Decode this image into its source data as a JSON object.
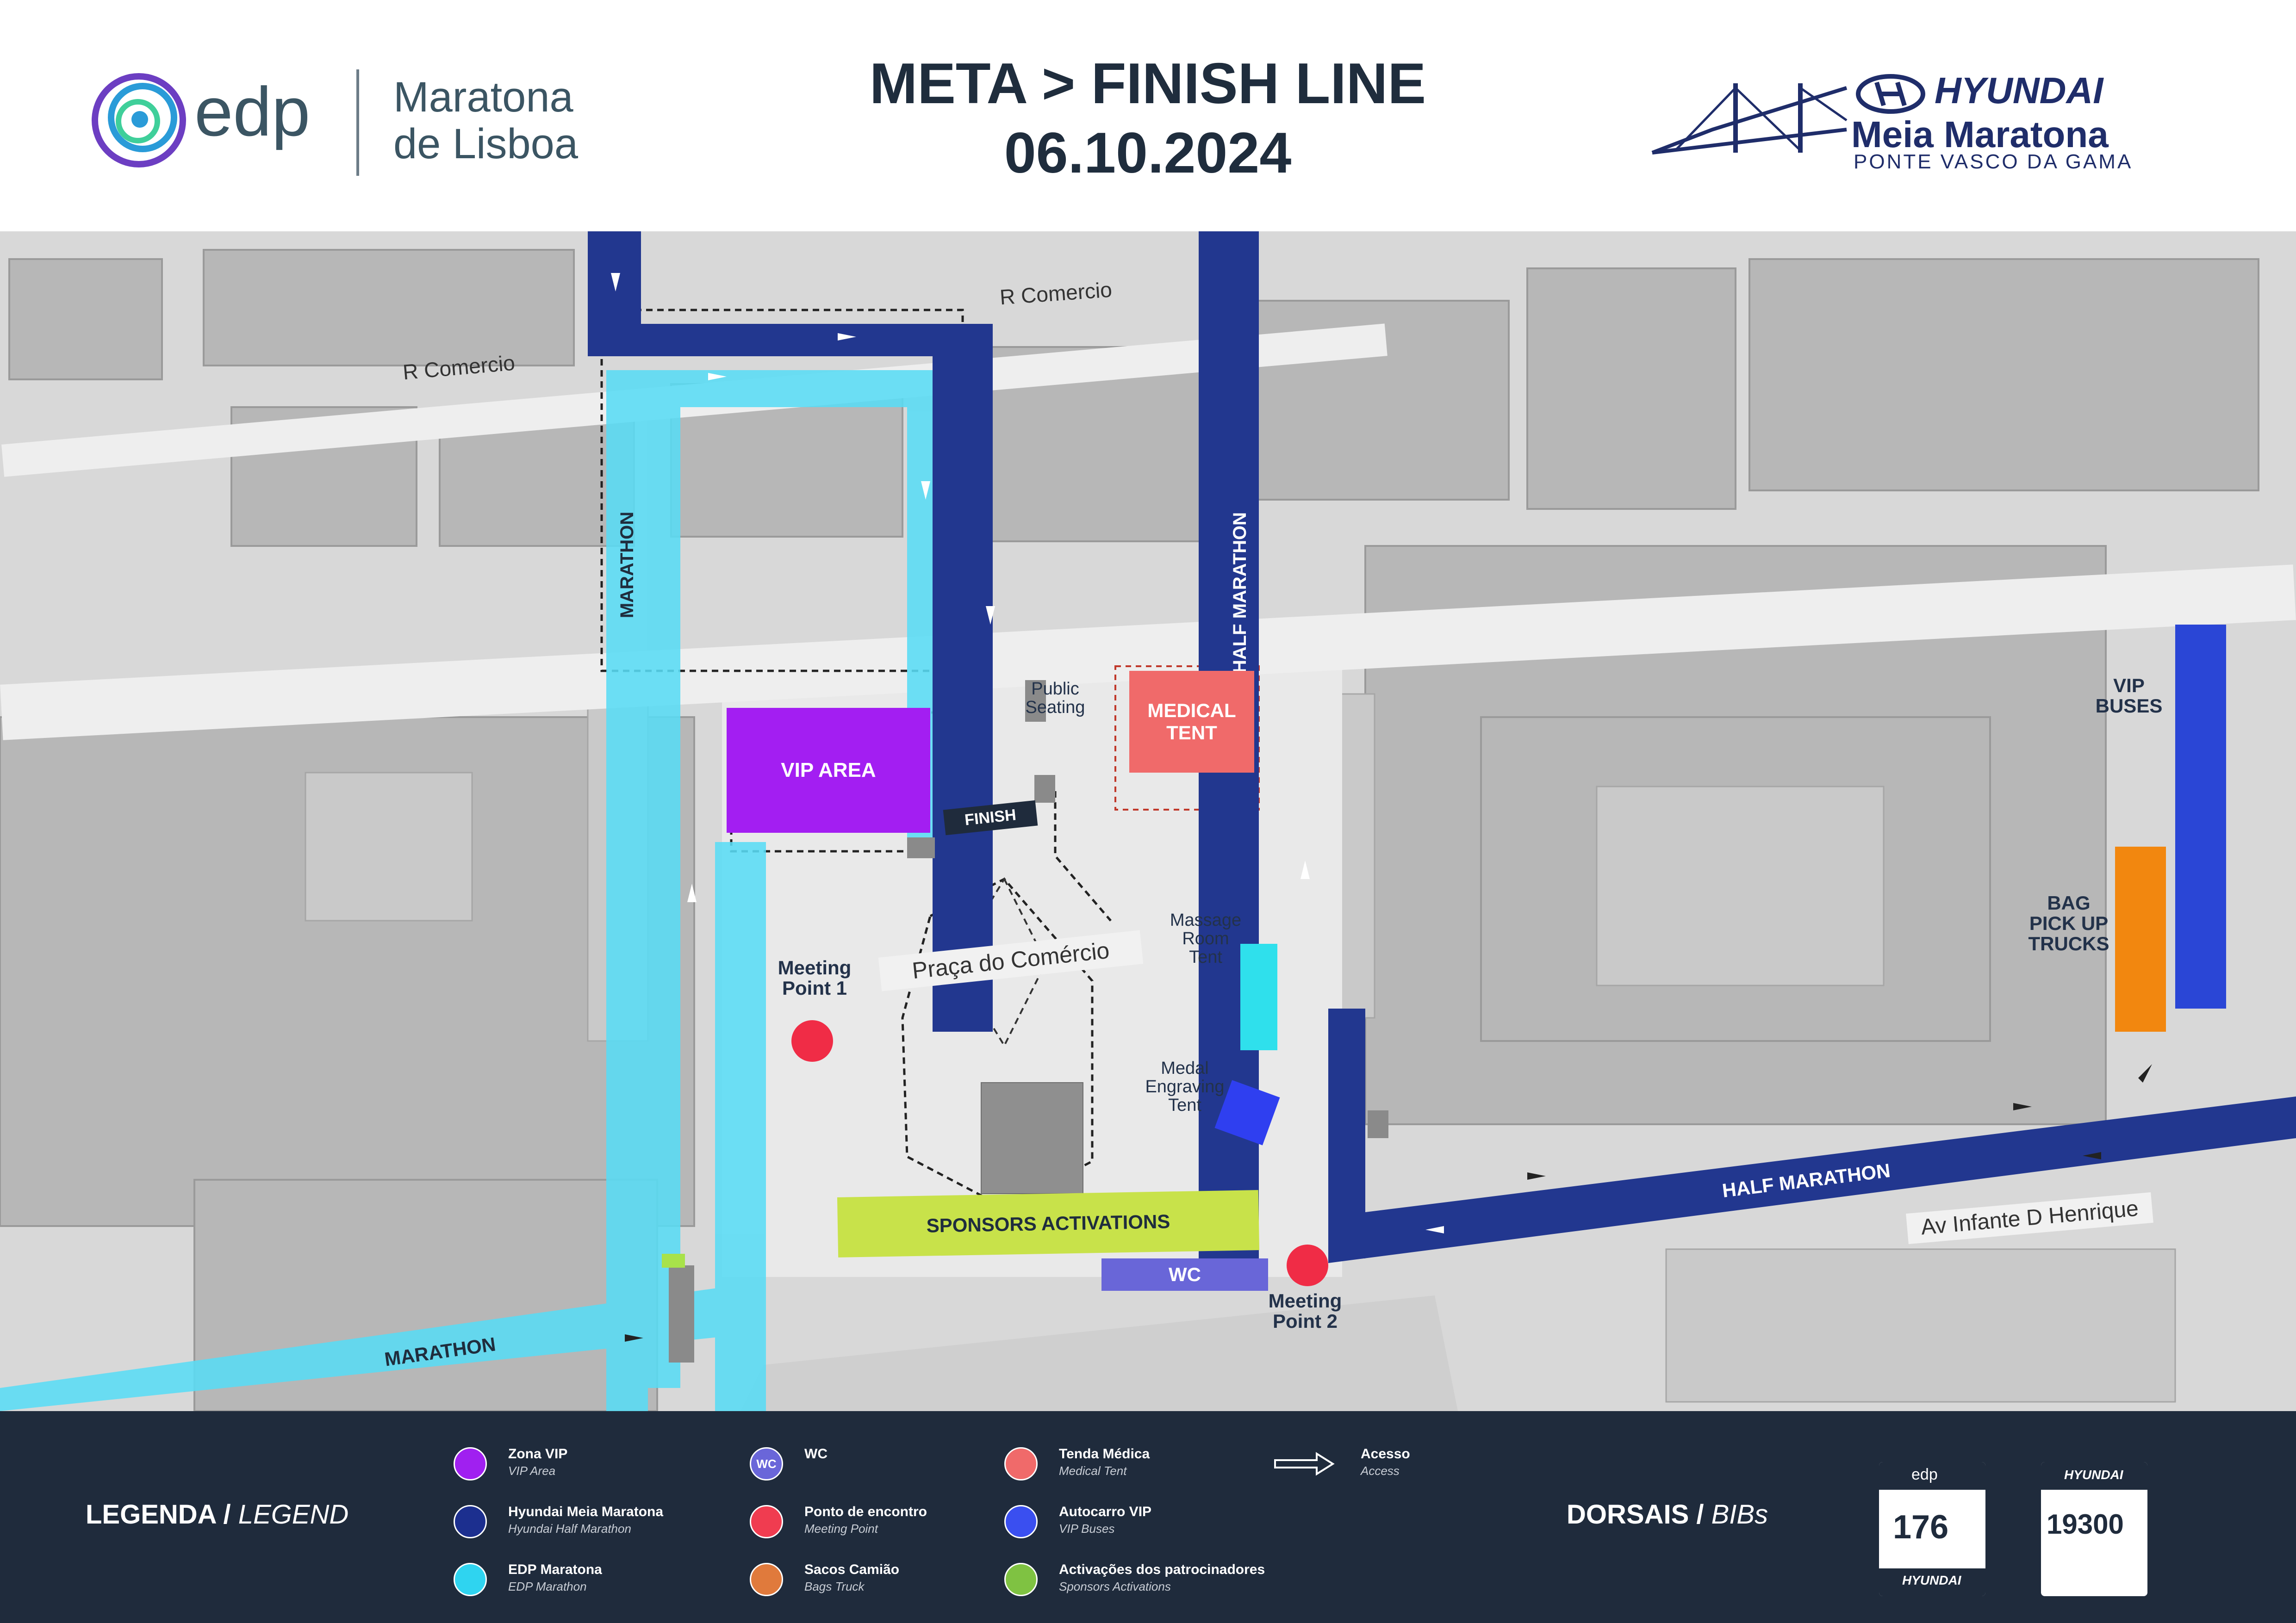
{
  "header": {
    "edp_brand": "edp",
    "maratona_line1": "Maratona",
    "maratona_line2": "de Lisboa",
    "title_line1": "META > FINISH LINE",
    "title_line2": "06.10.2024",
    "hyundai_brand": "HYUNDAI",
    "meia_maratona": "Meia Maratona",
    "ponte": "PONTE VASCO DA GAMA"
  },
  "map": {
    "streets": {
      "r_comercio_left": "R Comercio",
      "r_comercio_right": "R Comercio",
      "av_infante": "Av Infante D Henrique",
      "praca": "Praça do Comércio"
    },
    "routes": {
      "marathon_vertical": "MARATHON",
      "marathon_bottom": "MARATHON",
      "half_vertical": "HALF MARATHON",
      "half_bottom": "HALF MARATHON",
      "finish": "FINISH"
    },
    "zones": {
      "vip_area": "VIP AREA",
      "medical_tent": "MEDICAL\nTENT",
      "sponsors": "SPONSORS ACTIVATIONS",
      "wc": "WC"
    },
    "labels": {
      "public_seating": "Public\nSeating",
      "massage": "Massage\nRoom\nTent",
      "medal": "Medal\nEngraving\nTent",
      "meeting1": "Meeting\nPoint 1",
      "meeting2": "Meeting\nPoint 2",
      "vip_buses": "VIP\nBUSES",
      "bag_trucks": "BAG\nPICK UP\nTRUCKS"
    }
  },
  "legend": {
    "title": "LEGENDA /",
    "title_en": "LEGEND",
    "bibs_title": "DORSAIS /",
    "bibs_en": "BIBs",
    "items": [
      {
        "main": "Zona VIP",
        "sub": "VIP Area",
        "color": "#a020f0"
      },
      {
        "main": "Hyundai Meia Maratona",
        "sub": "Hyundai Half Marathon",
        "color": "#1c2f8f"
      },
      {
        "main": "EDP Maratona",
        "sub": "EDP Marathon",
        "color": "#2fd4f0"
      },
      {
        "main": "WC",
        "sub": "",
        "color": "#6a66d9",
        "icon_text": "WC"
      },
      {
        "main": "Ponto de encontro",
        "sub": "Meeting Point",
        "color": "#f03c50"
      },
      {
        "main": "Sacos Camião",
        "sub": "Bags Truck",
        "color": "#e07a3c"
      },
      {
        "main": "Tenda Médica",
        "sub": "Medical Tent",
        "color": "#f06a6a"
      },
      {
        "main": "Autocarro VIP",
        "sub": "VIP Buses",
        "color": "#3a4ff0"
      },
      {
        "main": "Activações dos patrocinadores",
        "sub": "Sponsors Activations",
        "color": "#7fc242"
      },
      {
        "main": "Acesso",
        "sub": "Access",
        "color": "none"
      }
    ],
    "bib1": {
      "brand": "edp",
      "number": "176",
      "sponsor": "HYUNDAI"
    },
    "bib2": {
      "brand": "HYUNDAI",
      "number": "19300"
    }
  },
  "colors": {
    "marathon": "#57dcf5",
    "half_marathon": "#22378f",
    "vip": "#a31ef2",
    "medical": "#f06a6a",
    "sponsors": "#c8e24a",
    "wc": "#6966d8",
    "meeting": "#f02c46",
    "massage": "#2fe0ec",
    "medal": "#2f3ff0",
    "bag_trucks": "#f2870f",
    "vip_buses": "#2a46d6"
  }
}
